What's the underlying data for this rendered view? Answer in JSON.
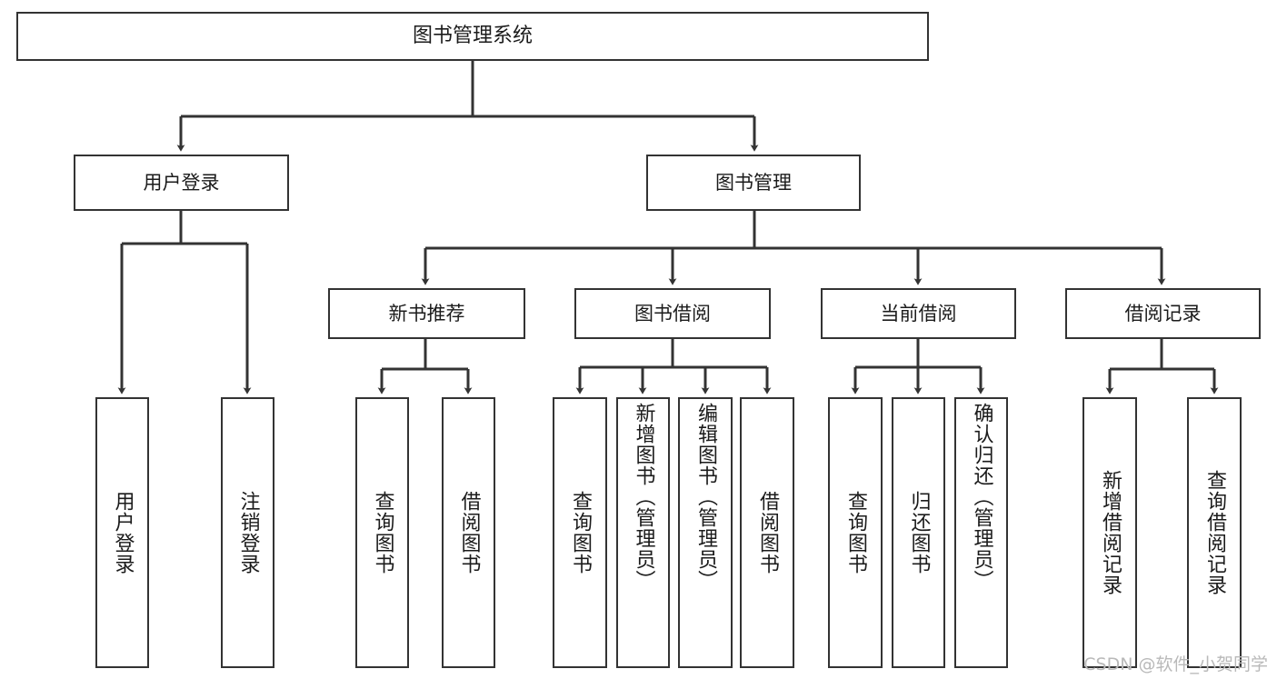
{
  "diagram": {
    "title": "图书管理系统",
    "type": "tree-hierarchy",
    "root": {
      "id": "root",
      "label": "图书管理系统"
    },
    "level2": [
      {
        "id": "user-login",
        "label": "用户登录"
      },
      {
        "id": "book-manage",
        "label": "图书管理"
      }
    ],
    "level3": [
      {
        "id": "new-book-recommend",
        "label": "新书推荐",
        "parent": "book-manage"
      },
      {
        "id": "book-borrow",
        "label": "图书借阅",
        "parent": "book-manage"
      },
      {
        "id": "current-borrow",
        "label": "当前借阅",
        "parent": "book-manage"
      },
      {
        "id": "borrow-record",
        "label": "借阅记录",
        "parent": "book-manage"
      }
    ],
    "leaves": [
      {
        "id": "leaf-user-login",
        "label": "用户登录",
        "parent": "user-login"
      },
      {
        "id": "leaf-logout-login",
        "label": "注销登录",
        "parent": "user-login"
      },
      {
        "id": "leaf-query-book-1",
        "label": "查询图书",
        "parent": "new-book-recommend"
      },
      {
        "id": "leaf-borrow-book-1",
        "label": "借阅图书",
        "parent": "new-book-recommend"
      },
      {
        "id": "leaf-query-book-2",
        "label": "查询图书",
        "parent": "book-borrow"
      },
      {
        "id": "leaf-add-book",
        "label": "新增图书（管理员）",
        "parent": "book-borrow"
      },
      {
        "id": "leaf-edit-book",
        "label": "编辑图书（管理员）",
        "parent": "book-borrow"
      },
      {
        "id": "leaf-borrow-book-2",
        "label": "借阅图书",
        "parent": "book-borrow"
      },
      {
        "id": "leaf-query-book-3",
        "label": "查询图书",
        "parent": "current-borrow"
      },
      {
        "id": "leaf-return-book",
        "label": "归还图书",
        "parent": "current-borrow"
      },
      {
        "id": "leaf-confirm-return",
        "label": "确认归还（管理员）",
        "parent": "current-borrow"
      },
      {
        "id": "leaf-add-record",
        "label": "新增借阅记录",
        "parent": "borrow-record"
      },
      {
        "id": "leaf-query-record",
        "label": "查询借阅记录",
        "parent": "borrow-record"
      }
    ]
  },
  "watermark": {
    "text": "CSDN @软件_小贺同学"
  },
  "colors": {
    "stroke": "#333333",
    "node_fill": "#ffffff",
    "text": "#1b1b1b",
    "watermark": "#b9b9b9",
    "background": "#ffffff"
  }
}
